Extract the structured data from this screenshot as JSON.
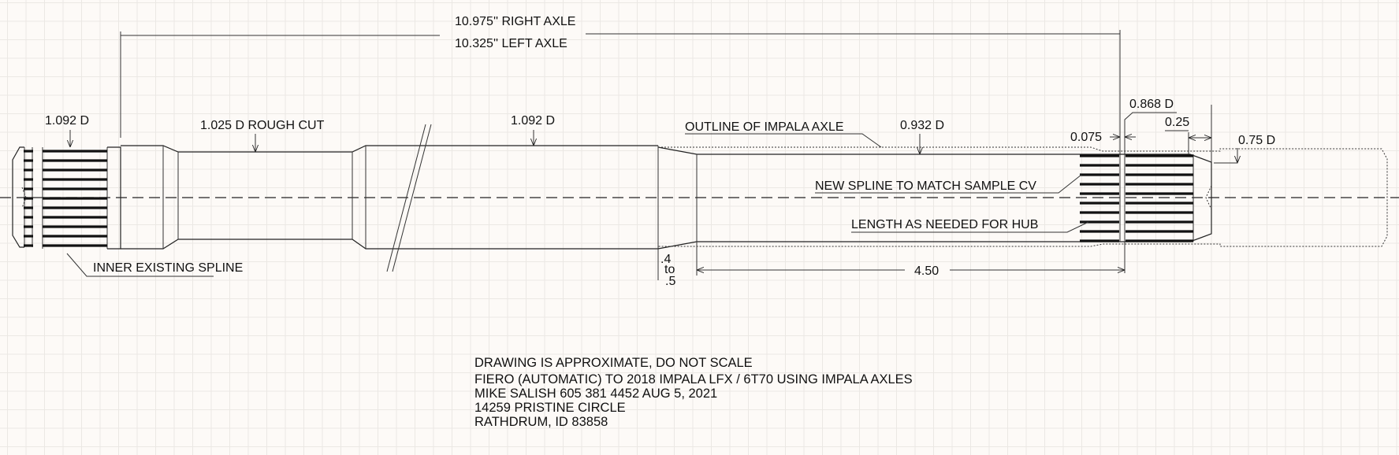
{
  "dimensions": {
    "right_axle": "10.975'' RIGHT AXLE",
    "left_axle": "10.325'' LEFT AXLE",
    "inner_spline_dia": "1.092 D",
    "rough_cut": "1.025 D ROUGH CUT",
    "main_dia": "1.092 D",
    "impala_dia": "0.932 D",
    "outline_label": "OUTLINE OF IMPALA AXLE",
    "groove_dia": "0.868 D",
    "groove_width": "0.075",
    "chamfer_len": "0.25",
    "end_dia": "0.75 D",
    "taper_top": ".4",
    "taper_mid": "to",
    "taper_bot": ".5",
    "length": "4.50",
    "new_spline": "NEW SPLINE TO MATCH SAMPLE CV",
    "length_hub": "LENGTH AS NEEDED FOR HUB",
    "inner_spline": "INNER EXISTING SPLINE"
  },
  "notes": [
    "DRAWING IS APPROXIMATE, DO NOT SCALE",
    "FIERO (AUTOMATIC) TO 2018 IMPALA LFX / 6T70 USING IMPALA AXLES",
    "MIKE SALISH 605 381 4452   AUG 5, 2021",
    "14259 PRISTINE CIRCLE",
    "RATHDRUM, ID 83858"
  ]
}
